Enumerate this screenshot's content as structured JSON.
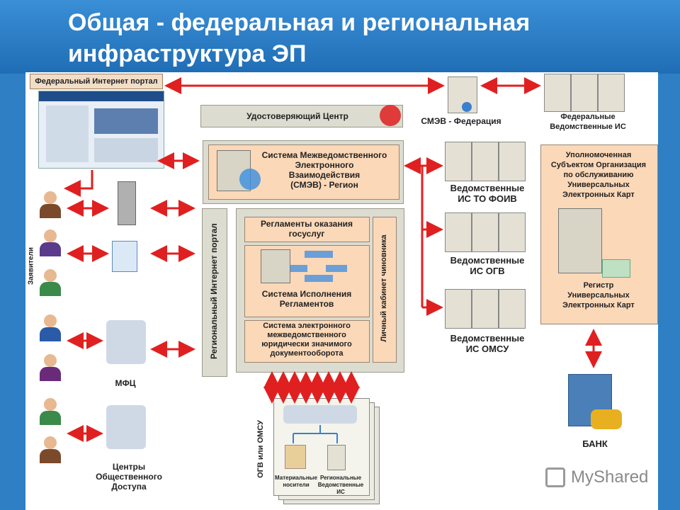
{
  "title": "Общая - федеральная и региональная\nинфраструктура ЭП",
  "federal_portal": "Федеральный Интернет портал",
  "cert_center": "Удостоверяющий Центр",
  "smev_federation": "СМЭВ - Федерация",
  "federal_is": "Федеральные\nВедомственные ИС",
  "smev_region": "Система Межведомственного\nЭлектронного\nВзаимодействия\n(СМЭВ) - Регион",
  "regional_portal": "Региональный Интернет портал",
  "reglaments": "Регламенты оказания\nгосуслуг",
  "execution_system": "Система Исполнения\nРегламентов",
  "edo_system": "Система электронного\nмежведомственного\nюридически значимого\nдокументооборота",
  "official_cabinet": "Личный кабинет чиновника",
  "is_foiv": "Ведомственные\nИС ТО ФОИВ",
  "is_ogv": "Ведомственные\nИС ОГВ",
  "is_omsu": "Ведомственные\nИС ОМСУ",
  "authorized_org": "Уполномоченная\nСубъектом Организация\nпо обслуживанию\nУниверсальных\nЭлектронных Карт",
  "card_registry": "Регистр\nУниверсальных\nЭлектронных Карт",
  "bank": "БАНК",
  "applicants": "Заявители",
  "mfc": "МФЦ",
  "public_access": "Центры\nОбщественного\nДоступа",
  "ogv_omsu": "ОГВ или ОМСУ",
  "material_media": "Материальные\nносители",
  "regional_is": "Региональные\nВедомственные\nИС",
  "watermark": "MyShared",
  "colors": {
    "arrow": "#e02020",
    "box": "#fbd8b8",
    "header": "#2a7cc7"
  }
}
